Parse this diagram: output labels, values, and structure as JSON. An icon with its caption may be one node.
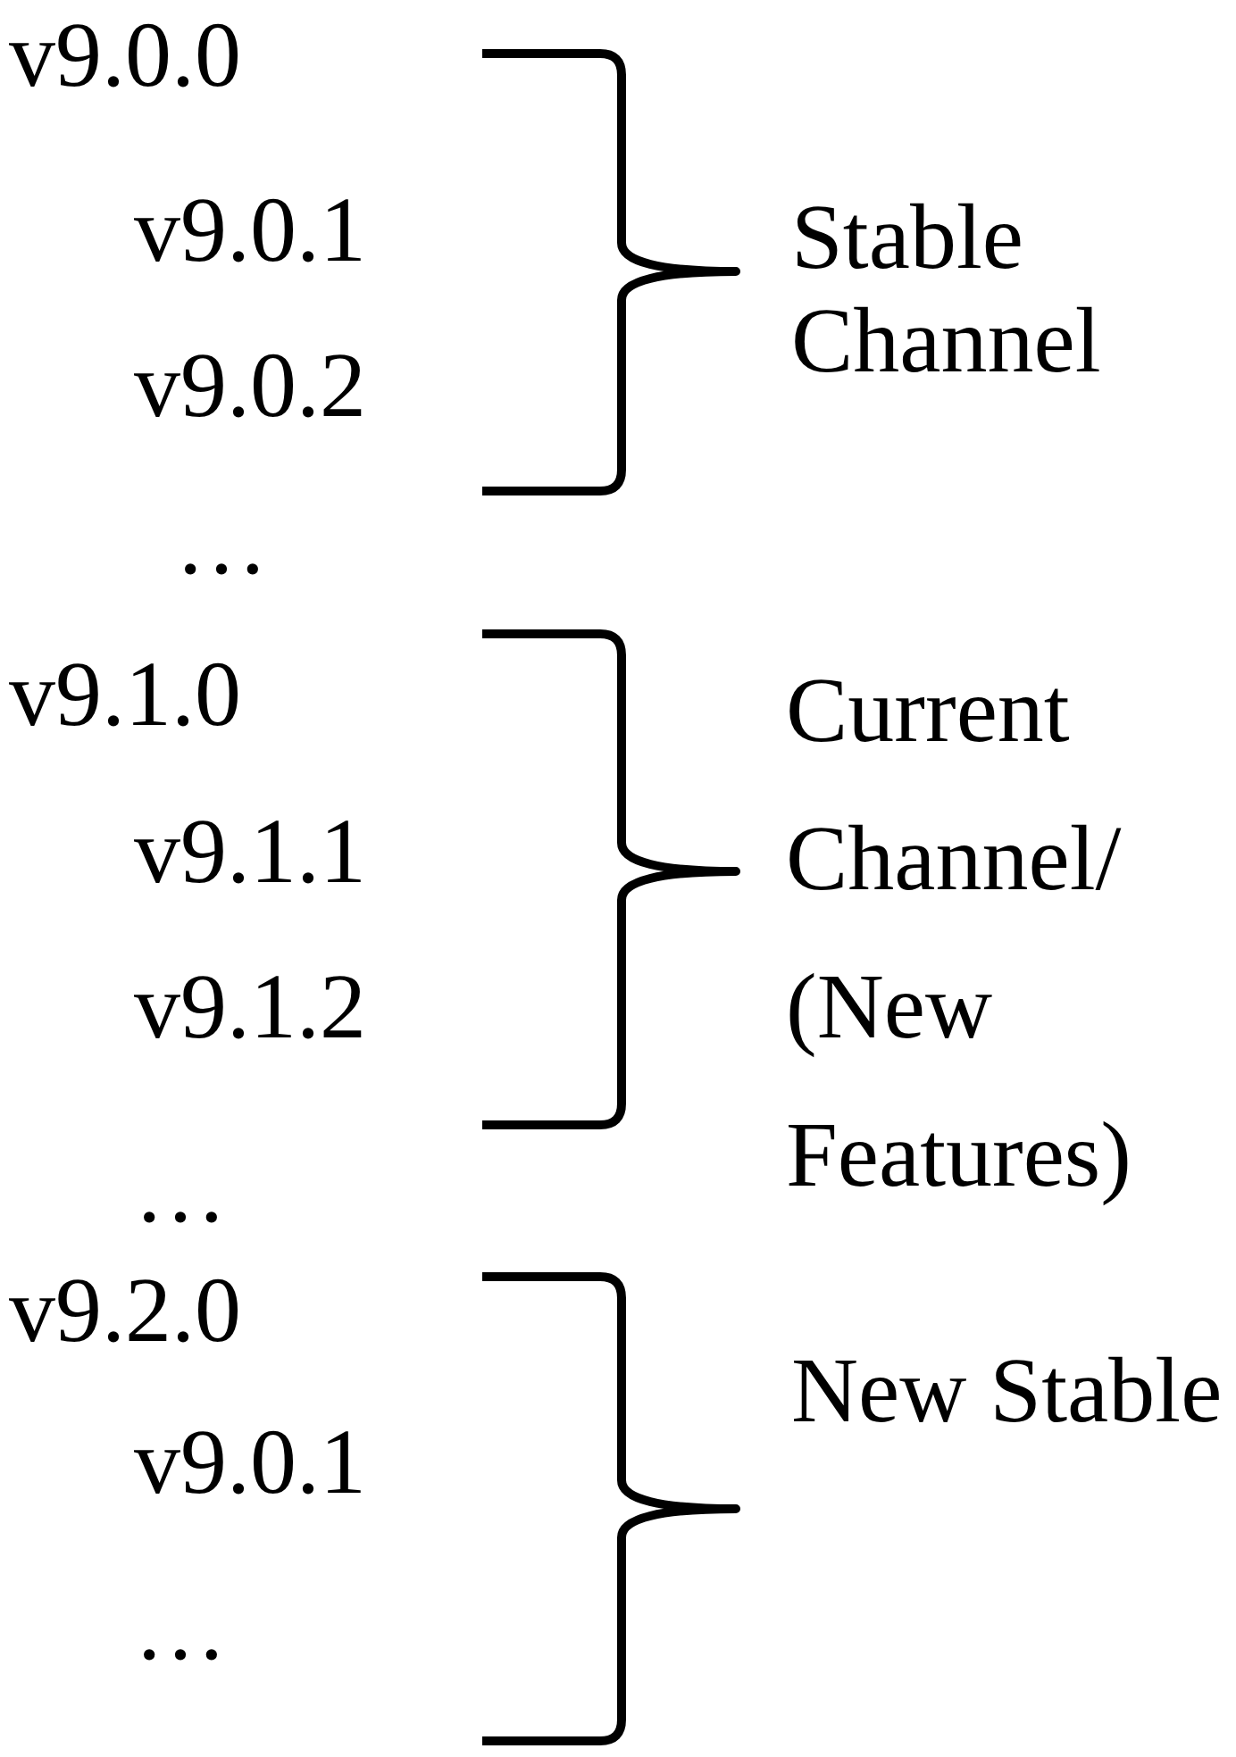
{
  "diagram": {
    "labels": [
      "v9.0.0",
      "v9.0.1",
      "v9.0.2",
      "Stable Channel",
      "…",
      "v9.1.0",
      "v9.1.1",
      "v9.1.2",
      "Current Channel/ (New Features)",
      "…",
      "v9.2.0",
      "v9.0.1",
      "…",
      "New Stable"
    ]
  }
}
